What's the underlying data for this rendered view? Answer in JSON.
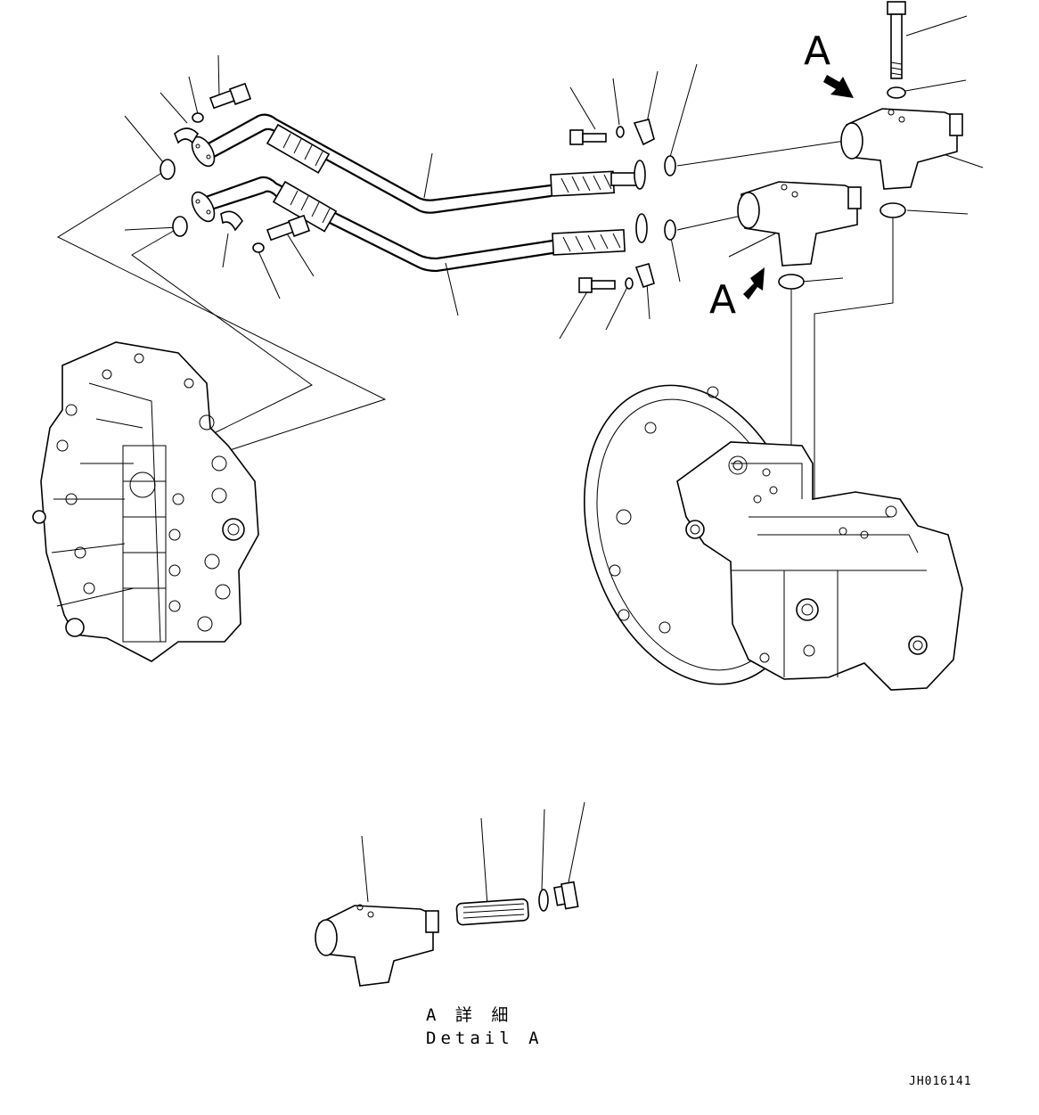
{
  "view_labels": [
    "A",
    "A"
  ],
  "detail_caption": {
    "japanese": "A 詳 細",
    "english": "Detail A"
  },
  "drawing_code": "JH016141",
  "icons": [
    "view-direction-arrow",
    "view-direction-arrow"
  ]
}
